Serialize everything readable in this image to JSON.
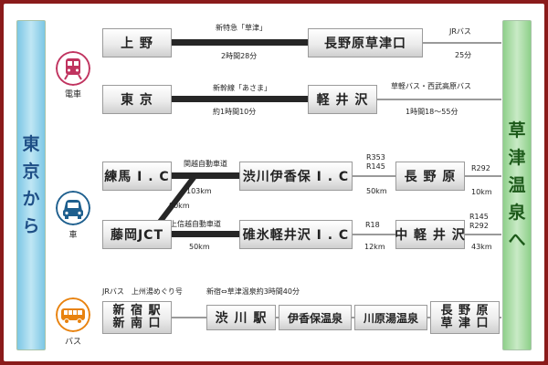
{
  "side_left": [
    "東",
    "京",
    "か",
    "ら"
  ],
  "side_right": [
    "草",
    "津",
    "温",
    "泉",
    "へ"
  ],
  "train": {
    "icon_label": "電車",
    "row1": {
      "from": "上 野",
      "service": "新特急「草津」",
      "time": "2時間28分",
      "to": "長野原草津口",
      "transfer_mode": "JRバス",
      "transfer_time": "25分"
    },
    "row2": {
      "from": "東 京",
      "service": "新幹線「あさま」",
      "time": "約1時間10分",
      "to": "軽 井 沢",
      "transfer_mode": "草軽バス・西武高原バス",
      "transfer_time": "1時間18～55分"
    }
  },
  "car": {
    "icon_label": "車",
    "nerima": "練馬 I . C",
    "fujioka": "藤岡JCT",
    "kanetsu": "関越自動車道",
    "shibukawa": "渋川伊香保 I . C",
    "route_a": "R353\nR145",
    "dist_a": "50km",
    "naganohara": "長 野 原",
    "route_a2": "R292",
    "dist_a2": "10km",
    "dist_80": "80km",
    "dist_103": "103km",
    "joshinetsu": "上信越自動車道",
    "dist_b1": "50km",
    "usui": "碓氷軽井沢 I . C",
    "route_b": "R18",
    "dist_b": "12km",
    "nakakaruizawa": "中 軽 井 沢",
    "route_b2": "R145\nR292",
    "dist_b2": "43km"
  },
  "bus": {
    "icon_label": "バス",
    "service": "JRバス　上州湯めぐり号",
    "time": "新宿⇔草津温泉約3時間40分",
    "from": "新 宿 駅\n新 南 口",
    "stop1": "渋 川 駅",
    "stop2": "伊香保温泉",
    "stop3": "川原湯温泉",
    "to": "長 野 原\n草 津 口"
  },
  "colors": {
    "train": "#c0335f",
    "car": "#1e5f8e",
    "bus": "#e8820e",
    "frame": "#8a1b1b"
  }
}
